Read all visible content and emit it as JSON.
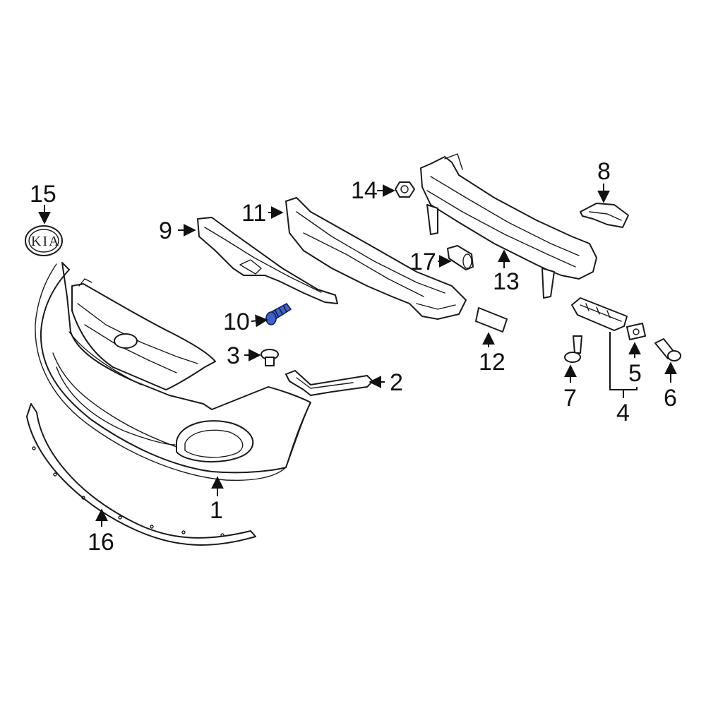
{
  "diagram": {
    "highlight_color": "#3d63c9",
    "callouts": {
      "c1": "1",
      "c2": "2",
      "c3": "3",
      "c4": "4",
      "c5": "5",
      "c6": "6",
      "c7": "7",
      "c8": "8",
      "c9": "9",
      "c10": "10",
      "c11": "11",
      "c12": "12",
      "c13": "13",
      "c14": "14",
      "c15": "15",
      "c16": "16",
      "c17": "17"
    },
    "logo_text": "KIA"
  }
}
